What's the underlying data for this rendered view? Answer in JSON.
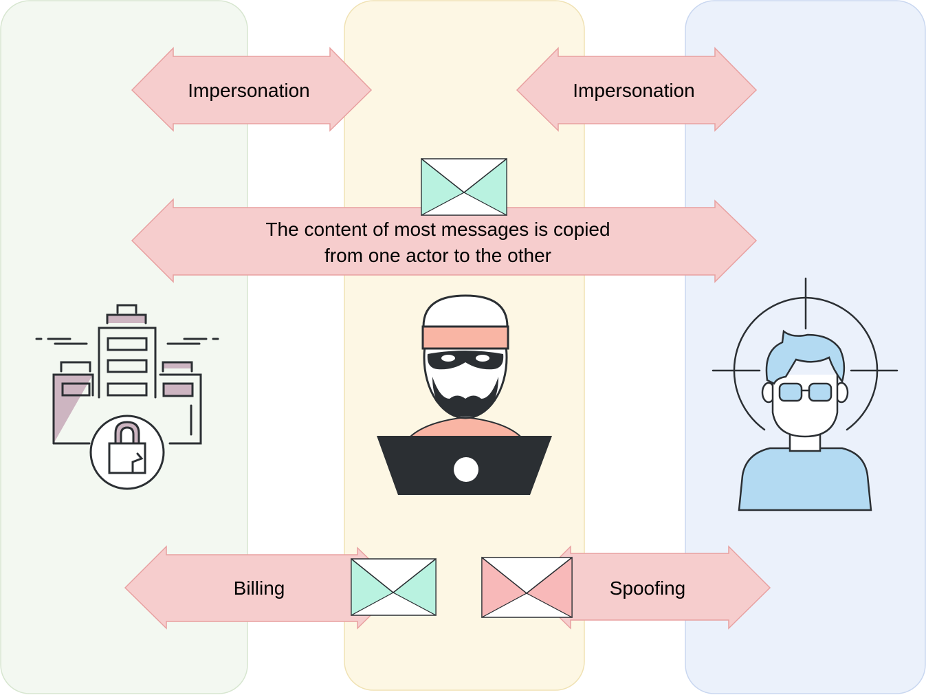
{
  "arrows": {
    "impersonation_left": {
      "label": "Impersonation"
    },
    "impersonation_right": {
      "label": "Impersonation"
    },
    "copy_messages": {
      "line1": "The content of most messages is copied",
      "line2": "from one actor to the other"
    },
    "billing": {
      "label": "Billing"
    },
    "spoofing": {
      "label": "Spoofing"
    }
  },
  "colors": {
    "lane_left": "#f3f8f1",
    "lane_middle": "#fdf7e4",
    "lane_right": "#ebf1fb",
    "arrow_fill": "#f6cdcd",
    "arrow_stroke": "#e8a0a0",
    "envelope_legit": "#b9f2e0",
    "envelope_spoofed": "#f8b9b9",
    "hacker_beanie": "#f9b5a4",
    "victim_blue": "#b3daf2",
    "dark": "#2b2f33",
    "building_accent": "#cdb5c1"
  },
  "icons": {
    "left_actor": "locked-building-icon",
    "middle_actor": "hacker-with-laptop-icon",
    "right_actor": "targeted-user-icon"
  }
}
